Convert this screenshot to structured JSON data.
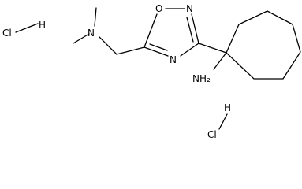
{
  "molecule": {
    "atom_labels": {
      "oxygen": "O",
      "ring_nitrogen_top": "N",
      "ring_nitrogen_bottom": "N",
      "amine_nitrogen": "N",
      "amine_group": "NH₂"
    },
    "salts": {
      "hcl_1": {
        "cl": "Cl",
        "h": "H"
      },
      "hcl_2": {
        "cl": "Cl",
        "h": "H"
      }
    }
  },
  "colors": {
    "bond": "#000000",
    "text": "#000000",
    "background": "#ffffff"
  }
}
